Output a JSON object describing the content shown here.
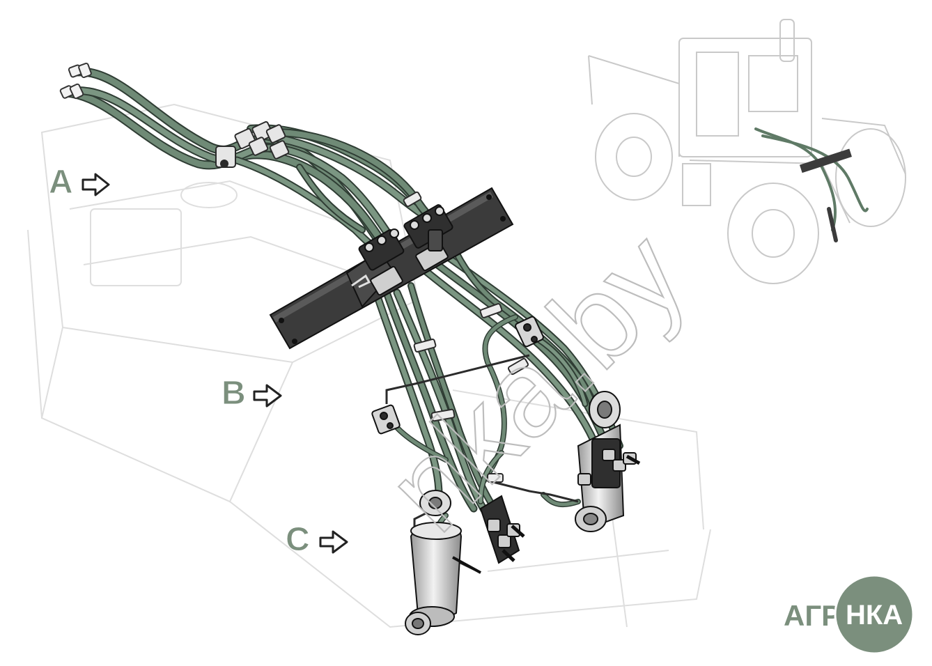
{
  "callouts": [
    {
      "id": "A",
      "label": "A"
    },
    {
      "id": "B",
      "label": "B"
    },
    {
      "id": "C",
      "label": "C"
    }
  ],
  "watermark": "nka.by",
  "logo": {
    "left_text": "АГРО",
    "circle_text": "НКА"
  },
  "colors": {
    "hose": "#5f7a66",
    "hose_highlight": "#a8bdad",
    "callout": "#7b8f7d",
    "logo": "#7b8f7d",
    "bracket": "#3b3b3b",
    "ghost_lines": "#d9d9d9",
    "thumbnail_lines": "#c8c8c8"
  }
}
